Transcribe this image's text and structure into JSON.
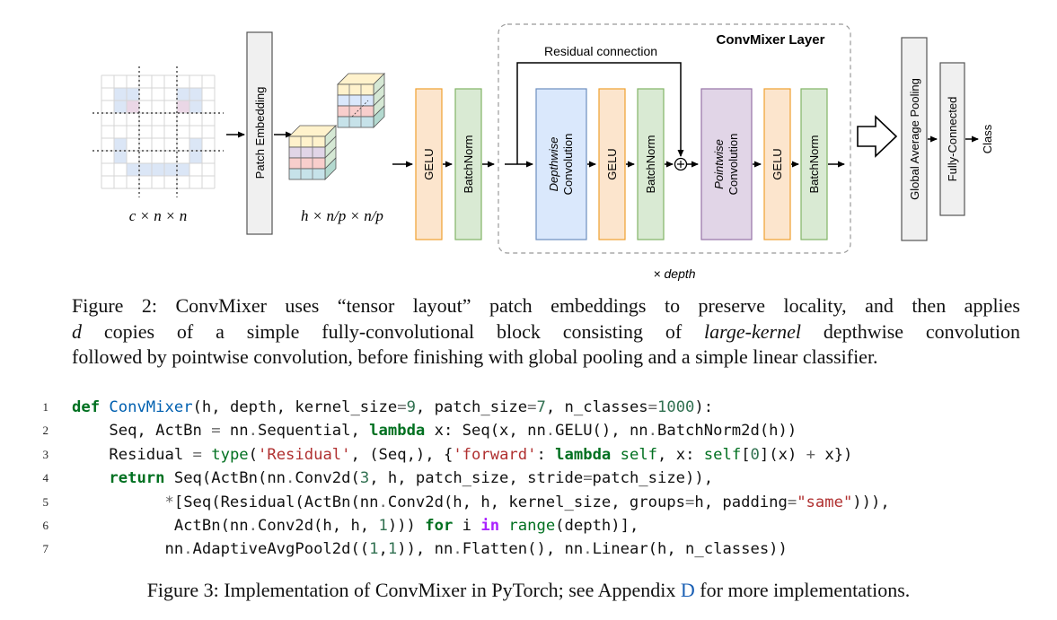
{
  "diagram": {
    "input_label": "c × n × n",
    "patch_embedding_label": "Patch Embedding",
    "tensor_label": "h × n/p × n/p",
    "blocks": {
      "gelu": "GELU",
      "batchnorm": "BatchNorm",
      "depthwise_italic": "Depthwise",
      "depthwise_rest": "Convolution",
      "pointwise_italic": "Pointwise",
      "pointwise_rest": "Convolution"
    },
    "layer_title": "ConvMixer Layer",
    "residual_label": "Residual connection",
    "depth_label": "× depth",
    "gap_label": "Global Average Pooling",
    "fc_label": "Fully-Connected",
    "class_label": "Class",
    "colors": {
      "gelu_fill": "#fce5cd",
      "gelu_stroke": "#f0a030",
      "bn_fill": "#d9ead3",
      "bn_stroke": "#82b366",
      "conv_fill": "#dae8fc",
      "conv_stroke": "#6c8ebf",
      "pw_fill": "#e1d5e7",
      "pw_stroke": "#9673a6",
      "gray_fill": "#f0f0f0",
      "gray_stroke": "#555555"
    }
  },
  "figure2": {
    "prefix": "Figure 2: ConvMixer uses “tensor layout” patch embeddings to preserve locality, and then applies",
    "d": "d",
    "mid": " copies of a simple fully-convolutional block consisting of ",
    "large_kernel": "large-kernel",
    "after": " depthwise convolution",
    "line3": "followed by pointwise convolution, before finishing with global pooling and a simple linear classifier."
  },
  "code": {
    "line_numbers": [
      "1",
      "2",
      "3",
      "4",
      "5",
      "6",
      "7"
    ],
    "l1": {
      "def": "def",
      "name": "ConvMixer",
      "a": "(h, depth, kernel_size",
      "e1": "=",
      "n9": "9",
      "b": ", patch_size",
      "e2": "=",
      "n7": "7",
      "c": ", n_classes",
      "e3": "=",
      "n1000": "1000",
      "d": "):"
    },
    "l2": {
      "a": "    Seq, ActBn ",
      "eq": "=",
      "b": " nn",
      "dot1": ".",
      "c": "Sequential, ",
      "lam": "lambda",
      "d": " x: Seq(x, nn",
      "dot2": ".",
      "e": "GELU(), nn",
      "dot3": ".",
      "f": "BatchNorm2d(h))"
    },
    "l3": {
      "a": "    Residual ",
      "eq": "=",
      "sp": " ",
      "type": "type",
      "b": "(",
      "s1": "'Residual'",
      "c": ", (Seq,), {",
      "s2": "'forward'",
      "d": ": ",
      "lam": "lambda",
      "e": " ",
      "self1": "self",
      "f": ", x: ",
      "self2": "self",
      "g": "[",
      "n0": "0",
      "h": "](x) ",
      "plus": "+",
      "i": " x})"
    },
    "l4": {
      "a": "    ",
      "ret": "return",
      "b": " Seq(ActBn(nn",
      "dot": ".",
      "c": "Conv2d(",
      "n3": "3",
      "d": ", h, patch_size, stride",
      "eq": "=",
      "e": "patch_size)),"
    },
    "l5": {
      "a": "          ",
      "star": "*",
      "b": "[Seq(Residual(ActBn(nn",
      "dot": ".",
      "c": "Conv2d(h, h, kernel_size, groups",
      "eq1": "=",
      "d": "h, padding",
      "eq2": "=",
      "s": "\"same\"",
      "e": "))),"
    },
    "l6": {
      "a": "           ActBn(nn",
      "dot": ".",
      "b": "Conv2d(h, h, ",
      "n1": "1",
      "c": "))) ",
      "for": "for",
      "d": " i ",
      "in": "in",
      "e": " ",
      "range": "range",
      "f": "(depth)],"
    },
    "l7": {
      "a": "          nn",
      "dot1": ".",
      "b": "AdaptiveAvgPool2d((",
      "n1a": "1",
      ",": ",",
      "n1b": "1",
      "c": ")), nn",
      "dot2": ".",
      "d": "Flatten(), nn",
      "dot3": ".",
      "e": "Linear(h, n_classes))"
    }
  },
  "figure3": {
    "prefix": "Figure 3: Implementation of ConvMixer in PyTorch; see Appendix ",
    "link": "D",
    "suffix": " for more implementations."
  }
}
